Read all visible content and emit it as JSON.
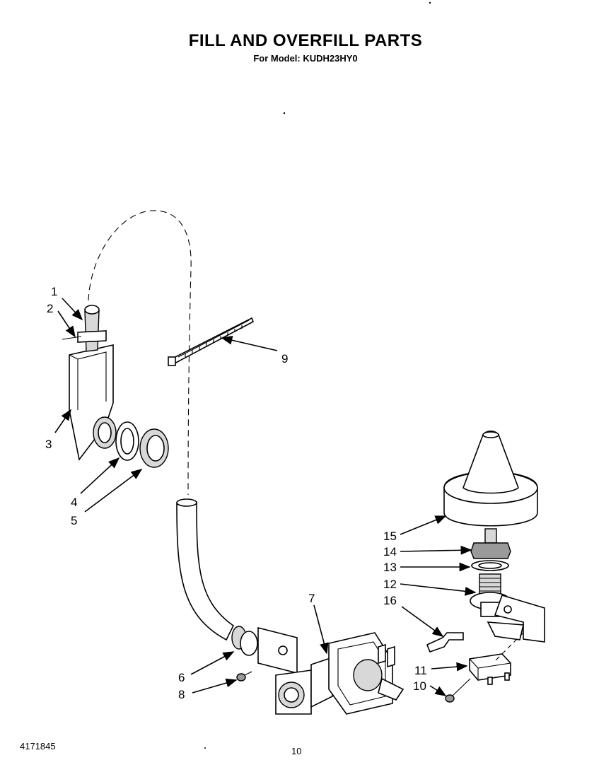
{
  "header": {
    "title": "FILL AND OVERFILL PARTS",
    "subtitle": "For Model: KUDH23HY0"
  },
  "footer": {
    "doc_number": "4171845",
    "page_number": "10"
  },
  "callouts": {
    "c1": "1",
    "c2": "2",
    "c3": "3",
    "c4": "4",
    "c5": "5",
    "c6": "6",
    "c7": "7",
    "c8": "8",
    "c9": "9",
    "c10": "10",
    "c11": "11",
    "c12": "12",
    "c13": "13",
    "c14": "14",
    "c15": "15",
    "c16": "16"
  }
}
